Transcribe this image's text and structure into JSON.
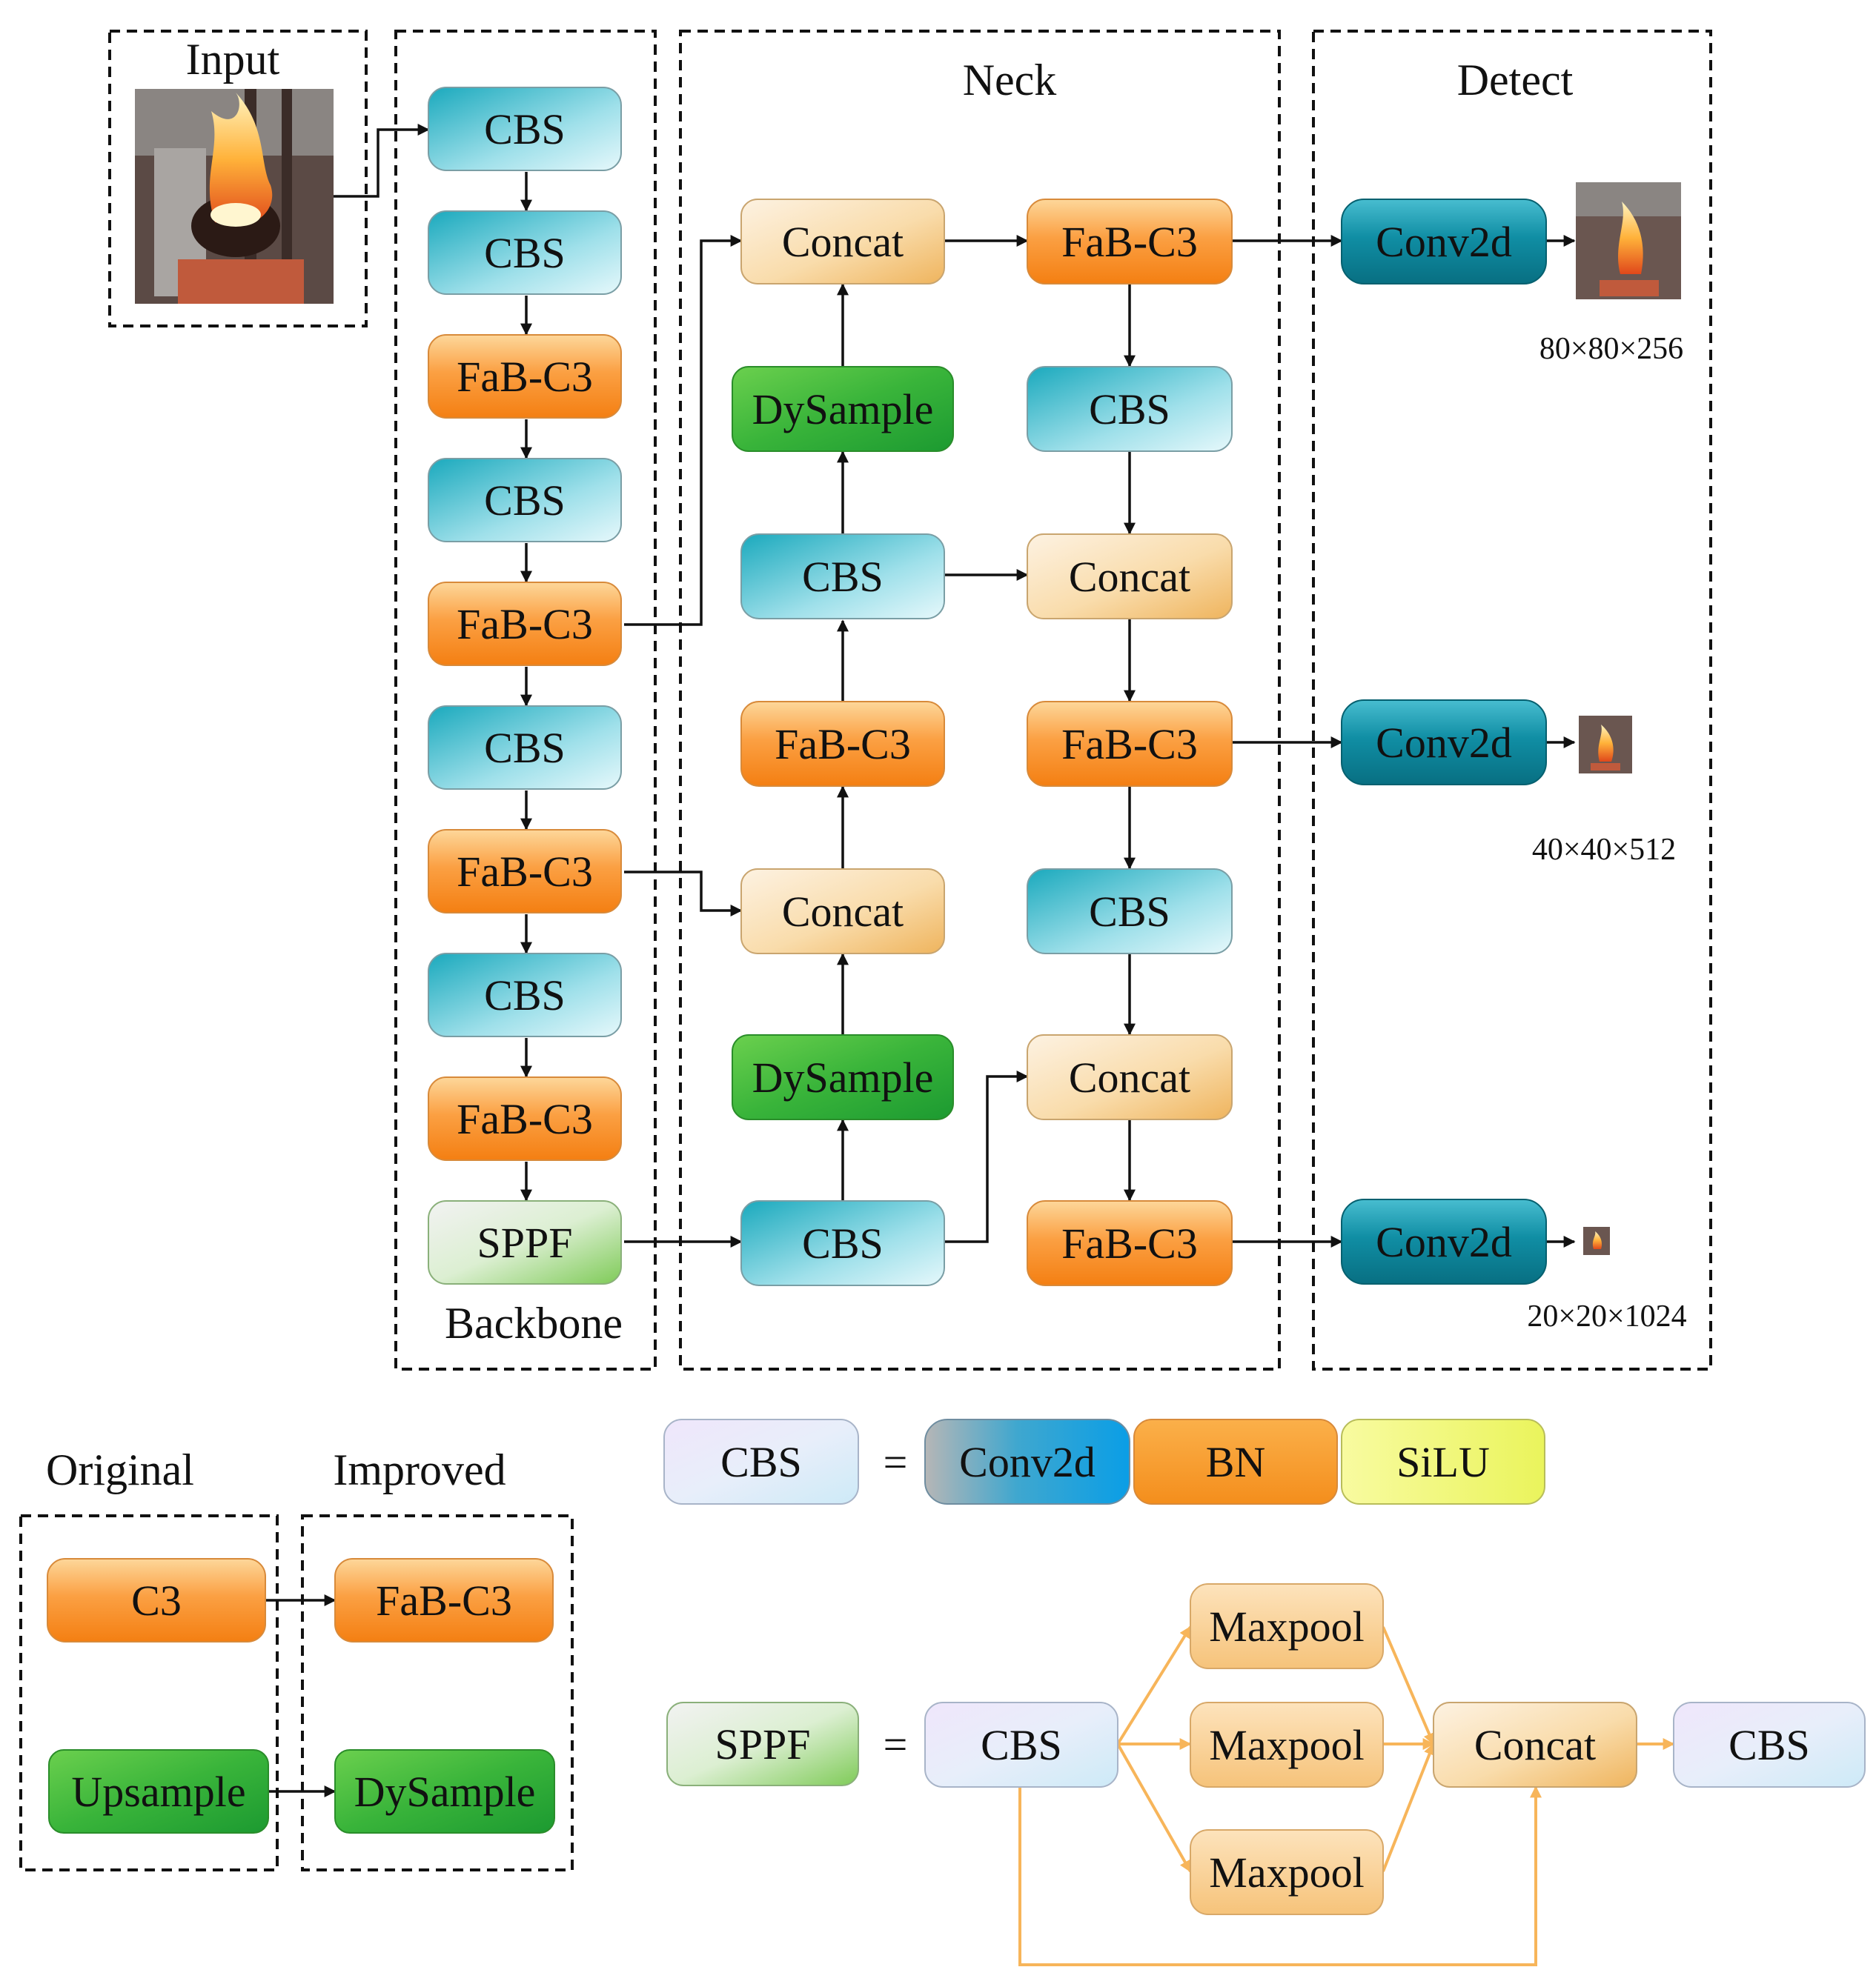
{
  "sections": {
    "input": "Input",
    "backbone": "Backbone",
    "neck": "Neck",
    "detect": "Detect",
    "original": "Original",
    "improved": "Improved"
  },
  "backbone": [
    "CBS",
    "CBS",
    "FaB-C3",
    "CBS",
    "FaB-C3",
    "CBS",
    "FaB-C3",
    "CBS",
    "FaB-C3",
    "SPPF"
  ],
  "neck_left": [
    "Concat",
    "DySample",
    "CBS",
    "FaB-C3",
    "Concat",
    "DySample",
    "CBS"
  ],
  "neck_right": [
    "FaB-C3",
    "CBS",
    "Concat",
    "FaB-C3",
    "CBS",
    "Concat",
    "FaB-C3"
  ],
  "detect": {
    "heads": [
      "Conv2d",
      "Conv2d",
      "Conv2d"
    ],
    "dims": [
      "80×80×256",
      "40×40×512",
      "20×20×1024"
    ]
  },
  "legend_original": [
    "C3",
    "Upsample"
  ],
  "legend_improved": [
    "FaB-C3",
    "DySample"
  ],
  "cbs_def": {
    "name": "CBS",
    "equals": "=",
    "parts": [
      "Conv2d",
      "BN",
      "SiLU"
    ]
  },
  "sppf_def": {
    "name": "SPPF",
    "equals": "=",
    "cbs_in": "CBS",
    "maxpools": [
      "Maxpool",
      "Maxpool",
      "Maxpool"
    ],
    "concat": "Concat",
    "cbs_out": "CBS"
  },
  "colors": {
    "cbs": "#2fb6c8",
    "fab": "#f7941d",
    "concat": "#f6d9a8",
    "dysample": "#3cb53c",
    "sppf": "#cfe8c4",
    "conv2d_head": "#0f8aa0",
    "arrow_orange": "#f7b55a"
  }
}
